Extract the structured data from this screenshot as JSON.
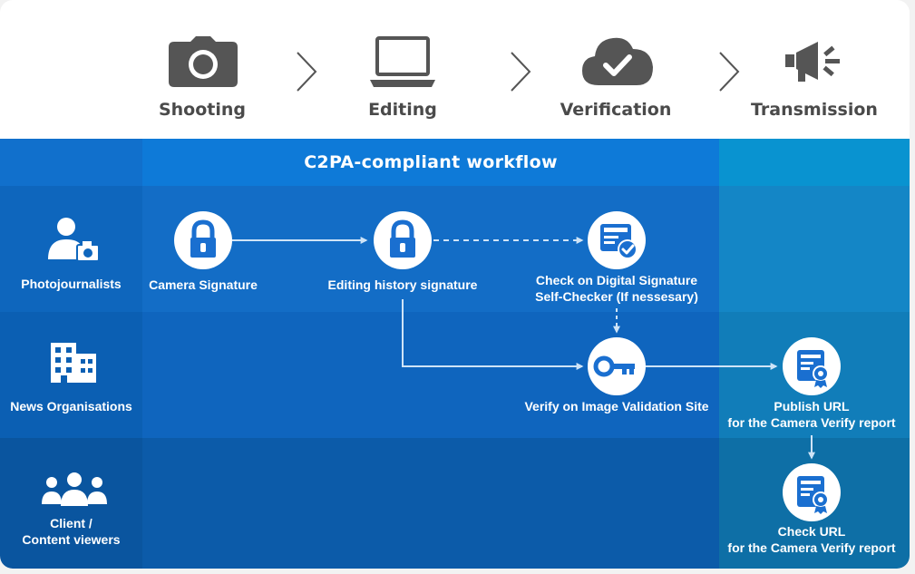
{
  "stages": [
    {
      "label": "Shooting",
      "icon": "camera-icon"
    },
    {
      "label": "Editing",
      "icon": "laptop-icon"
    },
    {
      "label": "Verification",
      "icon": "cloud-check-icon"
    },
    {
      "label": "Transmission",
      "icon": "megaphone-icon"
    }
  ],
  "workflow_title": "C2PA-compliant workflow",
  "roles": [
    {
      "label_lines": [
        "Photojournalists"
      ],
      "icon": "photographer-icon"
    },
    {
      "label_lines": [
        "News Organisations"
      ],
      "icon": "building-icon"
    },
    {
      "label_lines": [
        "Client /",
        "Content viewers"
      ],
      "icon": "people-icon"
    }
  ],
  "nodes": {
    "camera_signature": {
      "lines": [
        "Camera Signature"
      ],
      "icon": "lock-icon"
    },
    "editing_signature": {
      "lines": [
        "Editing history signature"
      ],
      "icon": "lock-icon"
    },
    "check_signature": {
      "lines": [
        "Check on Digital Signature",
        "Self-Checker (If nessesary)"
      ],
      "icon": "document-check-icon"
    },
    "verify_site": {
      "lines": [
        "Verify on Image Validation Site"
      ],
      "icon": "key-icon"
    },
    "publish_url": {
      "lines": [
        "Publish URL",
        "for the Camera Verify report"
      ],
      "icon": "certificate-icon"
    },
    "check_url": {
      "lines": [
        "Check URL",
        "for the Camera Verify report"
      ],
      "icon": "certificate-icon"
    }
  },
  "colors": {
    "stage_icon": "#555555",
    "stage_text": "#4a4a4a",
    "header_band": "#0f72d2",
    "header_band_right": "#0a93d1",
    "node_icon": "#1a6fd0"
  }
}
